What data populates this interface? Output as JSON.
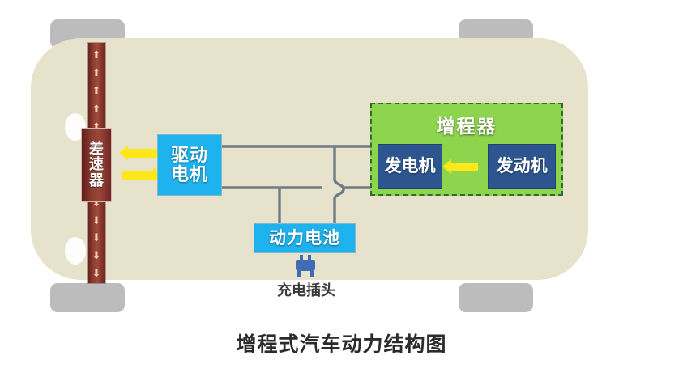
{
  "diagram": {
    "caption": "增程式汽车动力结构图",
    "type": "range-extender-electric-vehicle-powertrain"
  },
  "vehicle": {
    "chassis_color": "#e6e2cc",
    "wheel_color": "#bcbcbc",
    "wheels": [
      {
        "name": "front-left"
      },
      {
        "name": "front-right"
      },
      {
        "name": "rear-left"
      },
      {
        "name": "rear-right"
      }
    ]
  },
  "components": {
    "differential": {
      "label_chars": [
        "差",
        "速",
        "器"
      ],
      "label": "差速器",
      "color": "#8f3c31"
    },
    "drive_motor": {
      "label": "驱动电机",
      "line1": "驱动",
      "line2": "电机",
      "color": "#1eb3ee"
    },
    "battery": {
      "label": "动力电池",
      "color": "#1eb3ee"
    },
    "charging_plug": {
      "label": "充电插头",
      "color": "#3f6cb5"
    },
    "range_extender": {
      "title": "增程器",
      "color": "#8ed54e",
      "border_color": "#2f6b33",
      "generator": {
        "label": "发电机",
        "color": "#2d5691"
      },
      "engine": {
        "label": "发动机",
        "color": "#2d5691"
      }
    }
  },
  "flows": {
    "arrow_color": "#ffe81a",
    "axle_arrow_color": "#f3cfa4",
    "wire_color": "#6f7b85",
    "motor_to_differential": "驱动电机 → 差速器",
    "differential_to_motor": "差速器 → 驱动电机",
    "engine_to_generator": "发动机 → 发电机",
    "axle_up_arrows": "↑↑↑↑↑",
    "axle_down_arrows": "↓↓↓↓↓"
  }
}
